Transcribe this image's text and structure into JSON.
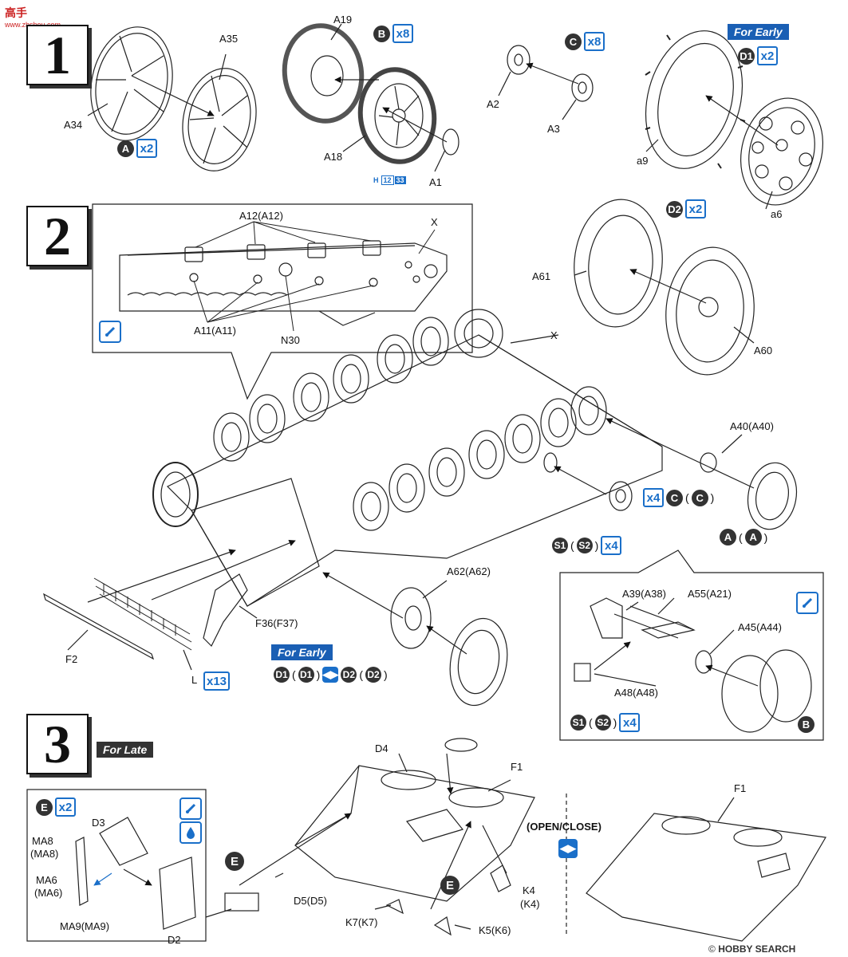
{
  "watermark_top": {
    "brand": "高手",
    "site": "www.zhshou.com"
  },
  "watermark_bottom": {
    "copyright": "©",
    "brand": "HOBBY SEARCH"
  },
  "steps": {
    "s1": "1",
    "s2": "2",
    "s3": "3"
  },
  "step1": {
    "labels": {
      "A35": "A35",
      "A34": "A34",
      "A19": "A19",
      "A18": "A18",
      "A1": "A1",
      "A2": "A2",
      "A3": "A3",
      "a9": "a9",
      "a6": "a6"
    },
    "badgeA": {
      "letter": "A",
      "mult": "x2"
    },
    "badgeB": {
      "letter": "B",
      "mult": "x8"
    },
    "badgeC": {
      "letter": "C",
      "mult": "x8"
    },
    "badgeD1": {
      "letter": "D1",
      "mult": "x2"
    },
    "badgeD2": {
      "letter": "D2",
      "mult": "x2"
    },
    "for_early": "For Early",
    "hcode": {
      "h": "H",
      "a": "12",
      "b": "33"
    }
  },
  "step2": {
    "labels": {
      "A12": "A12(A12)",
      "X1": "X",
      "A11": "A11(A11)",
      "N30": "N30",
      "X2": "X",
      "A61": "A61",
      "A60": "A60",
      "A40": "A40(A40)",
      "F36": "F36(F37)",
      "F2": "F2",
      "L": "L",
      "A62": "A62(A62)",
      "A39": "A39(A38)",
      "A55": "A55(A21)",
      "A45": "A45(A44)",
      "A48": "A48(A48)"
    },
    "badge_c4": {
      "mult": "x4",
      "c1": "C",
      "c2": "C"
    },
    "badge_aa": {
      "a1": "A",
      "a2": "A"
    },
    "badge_s": {
      "s1": "S1",
      "s2": "S2",
      "mult": "x4"
    },
    "badge_s_inset": {
      "s1": "S1",
      "s2": "S2",
      "mult": "x4"
    },
    "badge_L": {
      "mult": "x13"
    },
    "badge_B": {
      "letter": "B"
    },
    "for_early": "For Early",
    "badge_d": {
      "d1a": "D1",
      "d1b": "D1",
      "d2a": "D2",
      "d2b": "D2"
    }
  },
  "step3": {
    "for_late": "For Late",
    "badgeE": {
      "letter": "E",
      "mult": "x2"
    },
    "labels": {
      "D3": "D3",
      "MA8": "MA8",
      "MA8p": "(MA8)",
      "MA6": "MA6",
      "MA6p": "(MA6)",
      "MA9": "MA9(MA9)",
      "D2": "D2",
      "D4": "D4",
      "F1a": "F1",
      "F1b": "F1",
      "D5": "D5(D5)",
      "K7": "K7(K7)",
      "K5": "K5(K6)",
      "K4": "K4",
      "K4p": "(K4)"
    },
    "E_mark1": "E",
    "E_mark2": "E",
    "open_close": "(OPEN/CLOSE)"
  },
  "colors": {
    "accent": "#1a6fc9",
    "dark": "#333333",
    "tag_blue": "#1a5fb4"
  }
}
